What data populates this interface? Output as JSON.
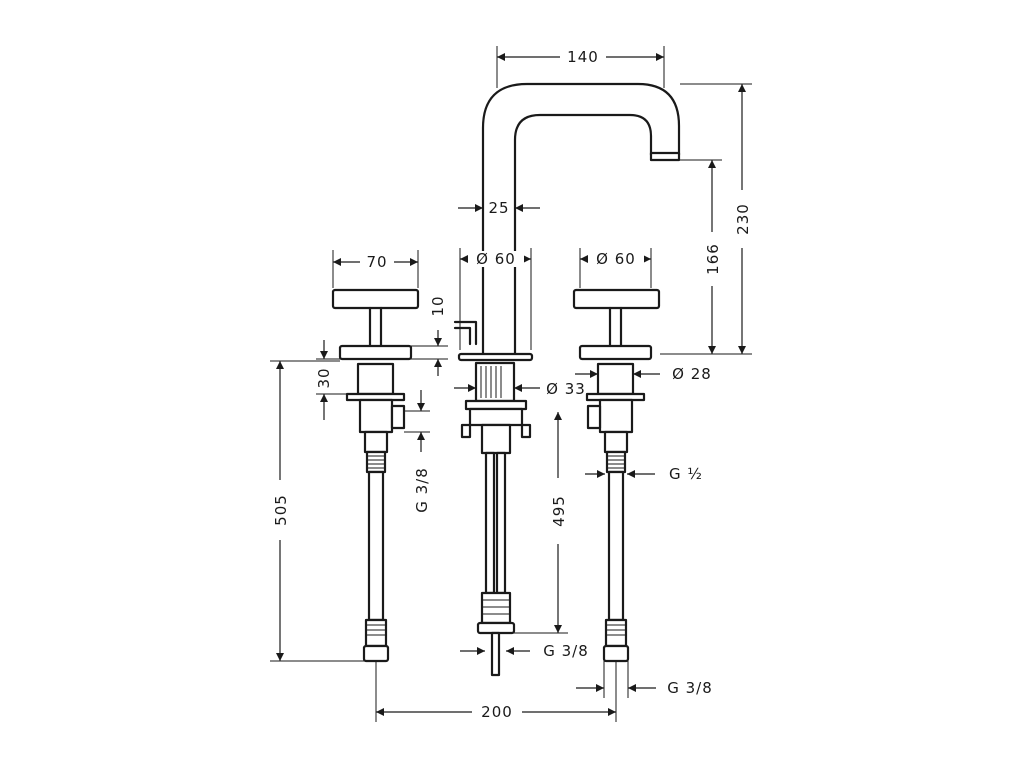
{
  "dimensions": {
    "spout_reach": "140",
    "spout_height": "230",
    "spout_outlet_height": "166",
    "spout_tube_width": "25",
    "spout_base_diameter": "Ø 60",
    "handle_width": "70",
    "right_base_diameter": "Ø 60",
    "rosette_thickness": "10",
    "left_body_height": "30",
    "center_shank_diameter": "Ø 33",
    "right_shank_diameter": "Ø 28",
    "left_total_length": "505",
    "center_total_length": "495",
    "left_thread": "G 3/8",
    "center_thread": "G 3/8",
    "right_top_thread": "G ½",
    "right_bottom_thread": "G 3/8",
    "valve_spacing": "200"
  }
}
